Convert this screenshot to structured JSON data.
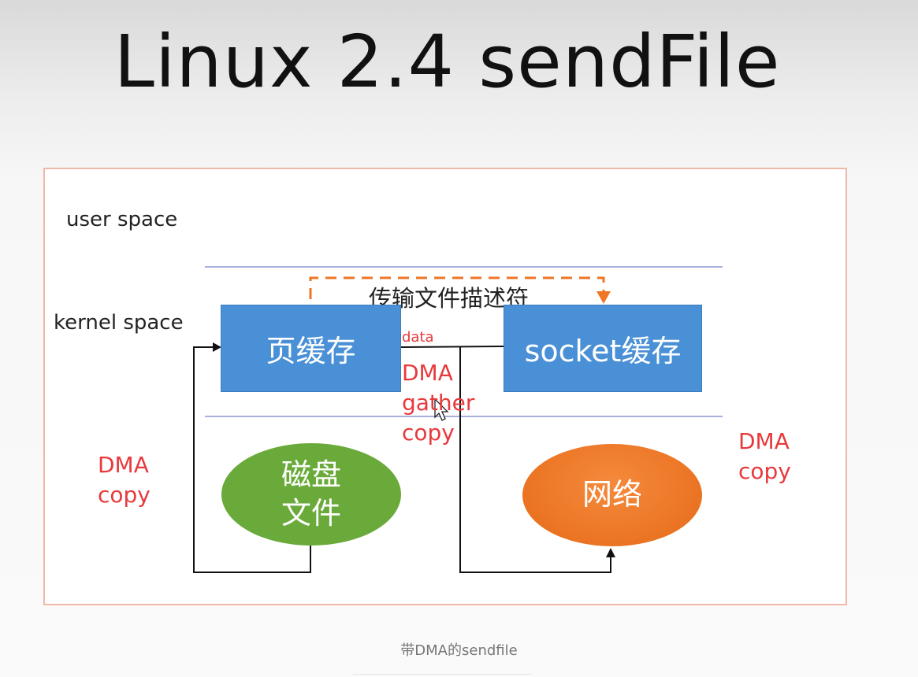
{
  "title": "Linux 2.4 sendFile",
  "labels": {
    "user_space": "user space",
    "kernel_space": "kernel space"
  },
  "nodes": {
    "page_cache": "页缓存",
    "socket_buffer": "socket缓存",
    "disk_file_line1": "磁盘",
    "disk_file_line2": "文件",
    "network": "网络"
  },
  "annotations": {
    "descriptor_transfer": "传输文件描述符",
    "data": "data",
    "dma_gather_copy": [
      "DMA",
      "gather",
      "copy"
    ],
    "dma_copy_left": [
      "DMA",
      "copy"
    ],
    "dma_copy_right": [
      "DMA",
      "copy"
    ]
  },
  "caption": "带DMA的sendfile",
  "colors": {
    "cache_box": "#4a90d6",
    "disk_oval": "#6aaa3a",
    "network_oval": "#ee7624",
    "dashed_arrow": "#ee7624",
    "annotation_red": "#e8393c",
    "divider": "#aab0dd",
    "panel_border": "#f0b8a8"
  }
}
